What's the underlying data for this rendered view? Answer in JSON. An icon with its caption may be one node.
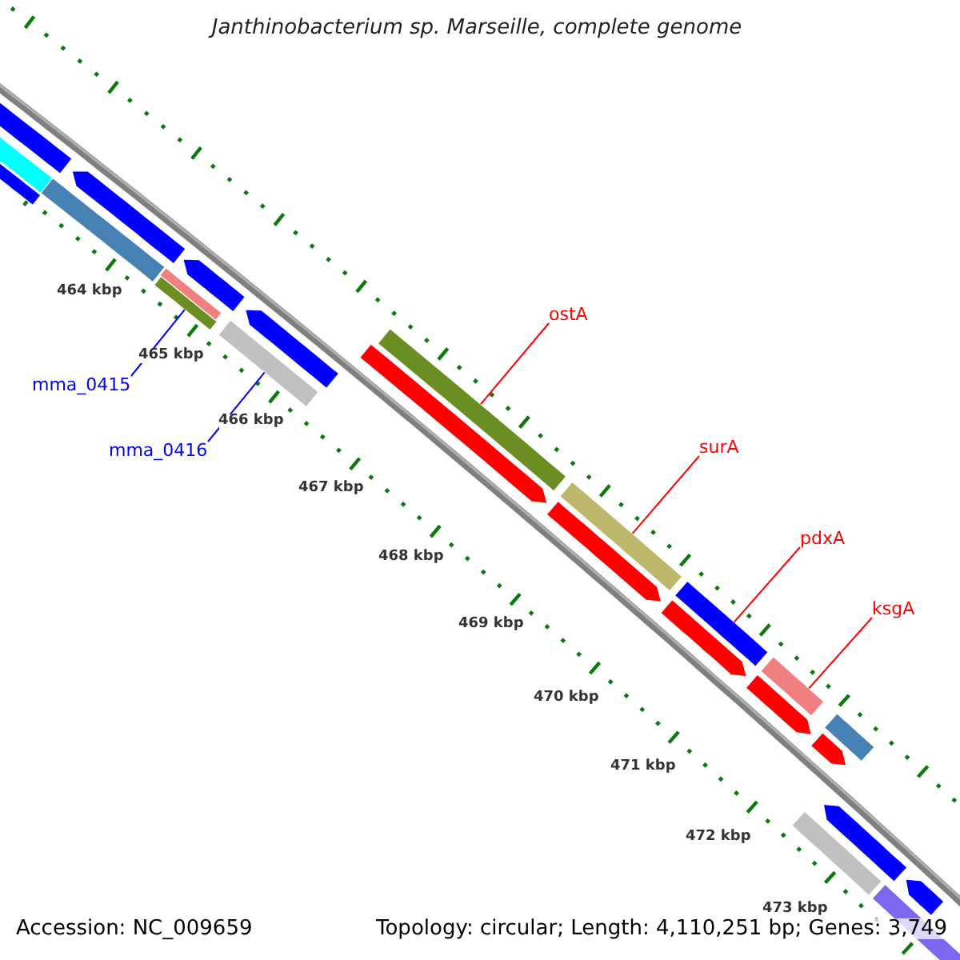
{
  "diagram": {
    "title": "Janthinobacterium sp. Marseille, complete genome",
    "nodes": [
      {
        "text": [
          "mma_0415"
        ]
      },
      {
        "text": [],
        "shape": "bar"
      },
      {
        "text": [
          "mma_0416"
        ]
      },
      {
        "text": [],
        "shape": "bar"
      },
      {
        "text": [
          "ostA"
        ]
      },
      {
        "text": [],
        "shape": "bar"
      },
      {
        "text": [
          "surA"
        ]
      },
      {
        "text": [],
        "shape": "bar"
      },
      {
        "text": [
          "pdxA"
        ]
      },
      {
        "text": [],
        "shape": "bar"
      },
      {
        "text": [
          "ksgA"
        ]
      },
      {
        "text": [],
        "shape": "bar"
      },
      {
        "text": [],
        "shape": "bar"
      },
      {
        "text": [],
        "shape": "arrow"
      },
      {
        "text": [],
        "shape": "arrow"
      },
      {
        "text": [],
        "shape": "arrow"
      },
      {
        "text": [],
        "shape": "arrow"
      },
      {
        "text": [],
        "shape": "arrow"
      },
      {
        "text": [],
        "shape": "bar"
      },
      {
        "text": [],
        "shape": "bar"
      },
      {
        "text": [],
        "shape": "bar"
      },
      {
        "text": [],
        "shape": "bar"
      },
      {
        "text": [],
        "shape": "bar"
      },
      {
        "text": [],
        "shape": "bar"
      },
      {
        "text": [],
        "shape": "arrow"
      },
      {
        "text": [],
        "shape": "arrow"
      },
      {
        "text": [],
        "shape": "arrow"
      },
      {
        "text": [],
        "shape": "arrow"
      },
      {
        "text": [],
        "shape": "arrow"
      },
      {
        "text": [],
        "shape": "bar"
      }
    ],
    "edges": [
      {
        "from": 0,
        "to": 1,
        "arrow": "none",
        "color": "#0000ff"
      },
      {
        "from": 2,
        "to": 3,
        "arrow": "none",
        "color": "#0000ff"
      },
      {
        "from": 4,
        "to": 5,
        "arrow": "none"
      },
      {
        "from": 6,
        "to": 7,
        "arrow": "none"
      },
      {
        "from": 8,
        "to": 9,
        "arrow": "none"
      },
      {
        "from": 10,
        "to": 11,
        "arrow": "none"
      }
    ],
    "labels": [
      "464 kbp",
      "465 kbp",
      "466 kbp",
      "467 kbp",
      "468 kbp",
      "469 kbp",
      "470 kbp",
      "471 kbp",
      "472 kbp",
      "473 kbp",
      "Accession: NC_009659",
      "Topology: circular; Length: 4,110,251 bp; Genes: 3,749"
    ]
  }
}
